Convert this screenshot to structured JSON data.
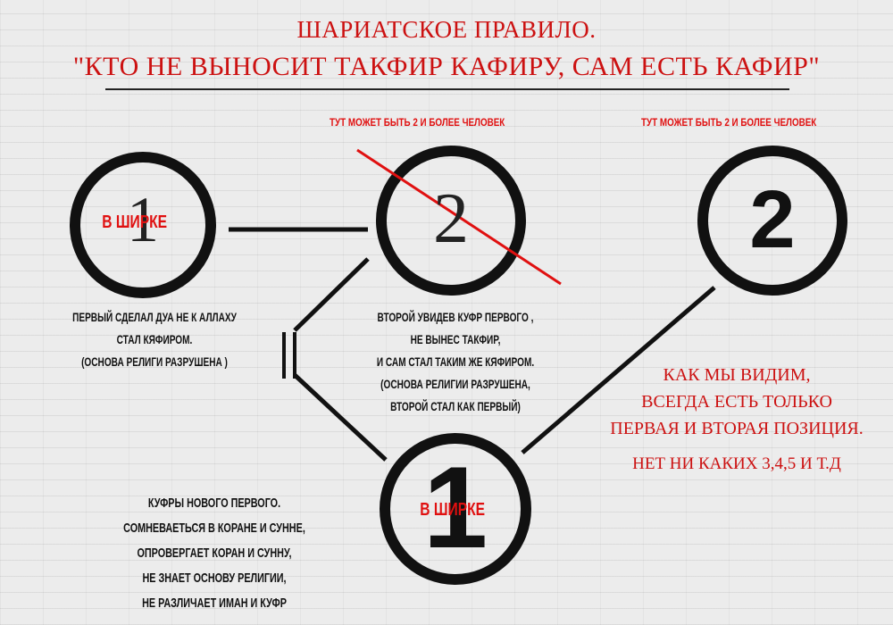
{
  "header": {
    "title_line1": "ШАРИАТСКОЕ ПРАВИЛО.",
    "title_line2": "\"КТО НЕ ВЫНОСИТ ТАКФИР КАФИРУ, САМ ЕСТЬ КАФИР\""
  },
  "notes": {
    "note_center": "ТУТ МОЖЕТ БЫТЬ 2 И БОЛЕЕ ЧЕЛОВЕК",
    "note_right": "ТУТ МОЖЕТ БЫТЬ 2 И БОЛЕЕ ЧЕЛОВЕК"
  },
  "circles": {
    "first_top": {
      "number": "1",
      "badge": "В ШИРКЕ"
    },
    "second_crossed": {
      "number": "2"
    },
    "second_right": {
      "number": "2"
    },
    "first_bottom": {
      "number": "1",
      "badge": "В ШИРКЕ"
    }
  },
  "descriptions": {
    "first": [
      "ПЕРВЫЙ СДЕЛАЛ ДУА НЕ К АЛЛАХУ",
      "СТАЛ КЯФИРОМ.",
      "(ОСНОВА РЕЛИГИ РАЗРУШЕНА )"
    ],
    "second": [
      "ВТОРОЙ УВИДЕВ КУФР ПЕРВОГО ,",
      "НЕ ВЫНЕС ТАКФИР,",
      "И САМ СТАЛ ТАКИМ ЖЕ КЯФИРОМ.",
      "(ОСНОВА РЕЛИГИИ РАЗРУШЕНА,",
      "ВТОРОЙ СТАЛ КАК ПЕРВЫЙ)"
    ],
    "new_first": [
      "КУФРЫ НОВОГО ПЕРВОГО.",
      "СОМНЕВАЕТЬСЯ В КОРАНЕ И СУННЕ,",
      "ОПРОВЕРГАЕТ КОРАН И СУННУ,",
      "НЕ ЗНАЕТ ОСНОВУ РЕЛИГИИ,",
      "НЕ РАЗЛИЧАЕТ ИМАН И КУФР"
    ]
  },
  "conclusion": [
    "КАК МЫ ВИДИМ,",
    "ВСЕГДА ЕСТЬ ТОЛЬКО",
    "ПЕРВАЯ И ВТОРАЯ ПОЗИЦИЯ.",
    "НЕТ НИ КАКИХ 3,4,5 И Т.Д"
  ],
  "colors": {
    "accent_red": "#e01010",
    "ink": "#111111",
    "background": "#ececec"
  }
}
